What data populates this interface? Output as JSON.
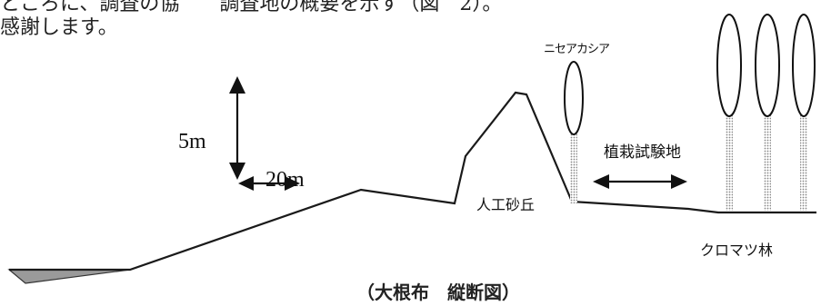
{
  "body_text": {
    "line1": "ところに、調査の協　　調査地の概要を示す（図　2）。",
    "line2": "感謝します。"
  },
  "figure": {
    "vertical_scale_label": "5m",
    "horizontal_scale_label": "20m",
    "label_nisea_acacia": "ニセアカシア",
    "label_planting_site": "植栽試験地",
    "label_artificial_dune": "人工砂丘",
    "label_kuromatsu_forest": "クロマツ林",
    "caption": "（大根布　縦断図）"
  }
}
